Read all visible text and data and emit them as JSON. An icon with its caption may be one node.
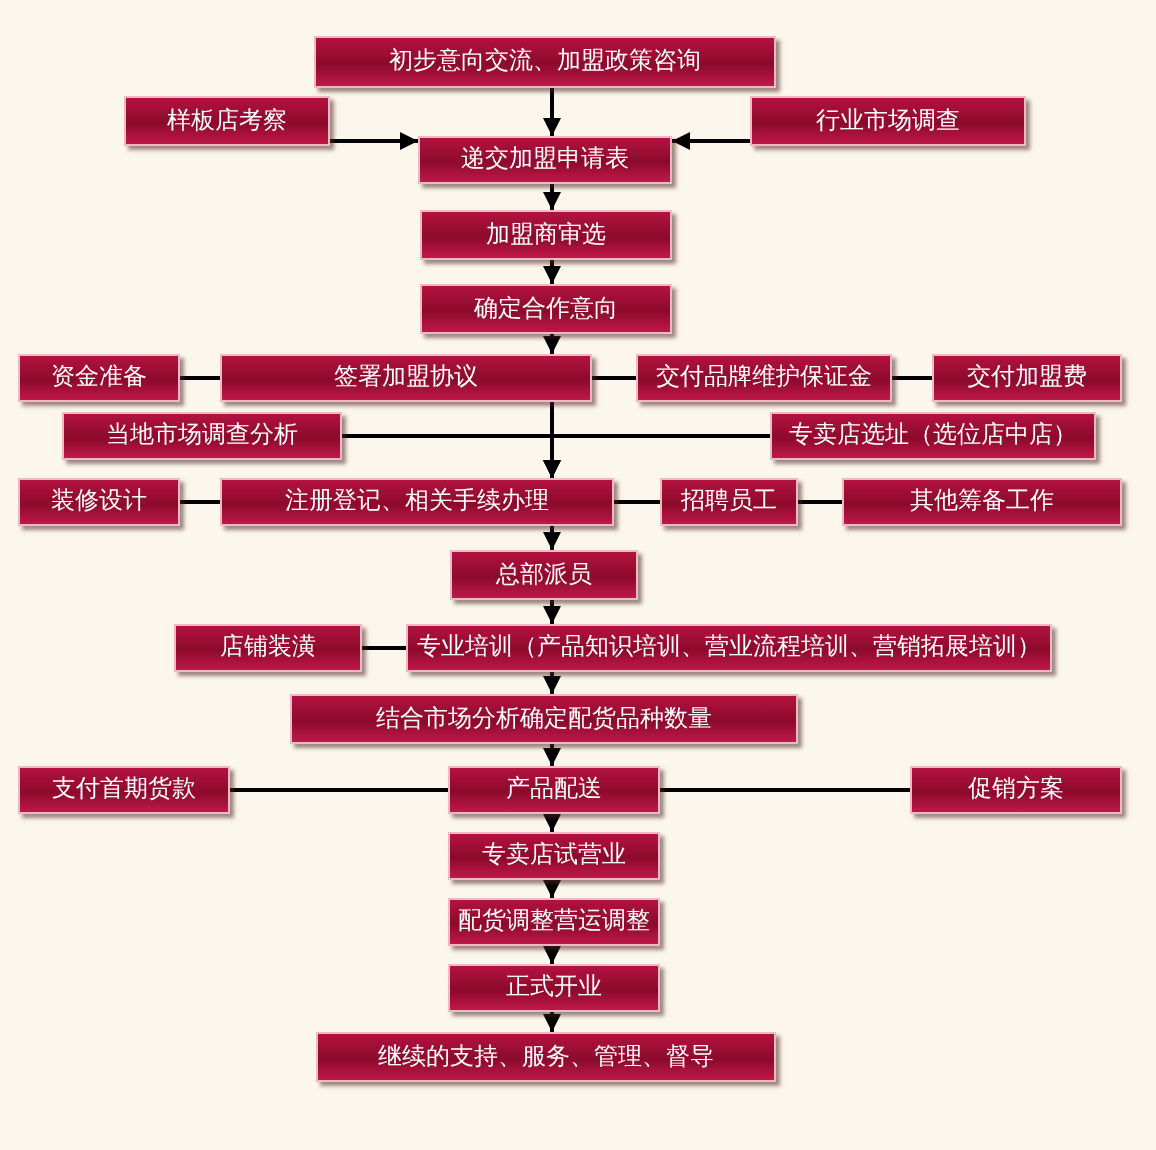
{
  "diagram": {
    "nodes": [
      {
        "text": [
          "初步意向交流、加盟政策咨询"
        ]
      },
      {
        "text": [
          "样板店考察"
        ]
      },
      {
        "text": [
          "行业市场调查"
        ]
      },
      {
        "text": [
          "递交加盟申请表"
        ]
      },
      {
        "text": [
          "加盟商审选"
        ]
      },
      {
        "text": [
          "确定合作意向"
        ]
      },
      {
        "text": [
          "资金准备"
        ]
      },
      {
        "text": [
          "签署加盟协议"
        ]
      },
      {
        "text": [
          "交付品牌维护保证金"
        ]
      },
      {
        "text": [
          "交付加盟费"
        ]
      },
      {
        "text": [
          "当地市场调查分析"
        ]
      },
      {
        "text": [
          "专卖店选址（选位店中店）"
        ]
      },
      {
        "text": [
          "装修设计"
        ]
      },
      {
        "text": [
          "注册登记、相关手续办理"
        ]
      },
      {
        "text": [
          "招聘员工"
        ]
      },
      {
        "text": [
          "其他筹备工作"
        ]
      },
      {
        "text": [
          "总部派员"
        ]
      },
      {
        "text": [
          "店铺装潢"
        ]
      },
      {
        "text": [
          "专业培训（产品知识培训、营业流程培训、营销拓展培训）"
        ]
      },
      {
        "text": [
          "结合市场分析确定配货品种数量"
        ]
      },
      {
        "text": [
          "支付首期货款"
        ]
      },
      {
        "text": [
          "产品配送"
        ]
      },
      {
        "text": [
          "促销方案"
        ]
      },
      {
        "text": [
          "专卖店试营业"
        ]
      },
      {
        "text": [
          "配货调整营运调整"
        ]
      },
      {
        "text": [
          "正式开业"
        ]
      },
      {
        "text": [
          "继续的支持、服务、管理、督导"
        ]
      }
    ],
    "edges": [
      {
        "from": 0,
        "to": 3,
        "arrow": "to"
      },
      {
        "from": 1,
        "to": 3,
        "arrow": "to"
      },
      {
        "from": 2,
        "to": 3,
        "arrow": "to"
      },
      {
        "from": 3,
        "to": 4,
        "arrow": "to"
      },
      {
        "from": 4,
        "to": 5,
        "arrow": "to"
      },
      {
        "from": 5,
        "to": 7,
        "arrow": "to"
      },
      {
        "from": 6,
        "to": 7,
        "arrow": "none"
      },
      {
        "from": 7,
        "to": 8,
        "arrow": "none"
      },
      {
        "from": 8,
        "to": 9,
        "arrow": "none"
      },
      {
        "from": 7,
        "to": 13,
        "arrow": "to"
      },
      {
        "from": 10,
        "to": 13,
        "arrow": "to"
      },
      {
        "from": 11,
        "to": 13,
        "arrow": "to"
      },
      {
        "from": 12,
        "to": 13,
        "arrow": "none"
      },
      {
        "from": 13,
        "to": 14,
        "arrow": "none"
      },
      {
        "from": 14,
        "to": 15,
        "arrow": "none"
      },
      {
        "from": 13,
        "to": 16,
        "arrow": "to"
      },
      {
        "from": 16,
        "to": 18,
        "arrow": "to"
      },
      {
        "from": 17,
        "to": 18,
        "arrow": "none"
      },
      {
        "from": 18,
        "to": 19,
        "arrow": "to"
      },
      {
        "from": 19,
        "to": 21,
        "arrow": "to"
      },
      {
        "from": 20,
        "to": 21,
        "arrow": "none"
      },
      {
        "from": 21,
        "to": 22,
        "arrow": "none"
      },
      {
        "from": 21,
        "to": 23,
        "arrow": "to"
      },
      {
        "from": 23,
        "to": 24,
        "arrow": "to"
      },
      {
        "from": 24,
        "to": 25,
        "arrow": "to"
      },
      {
        "from": 25,
        "to": 26,
        "arrow": "to"
      }
    ]
  }
}
